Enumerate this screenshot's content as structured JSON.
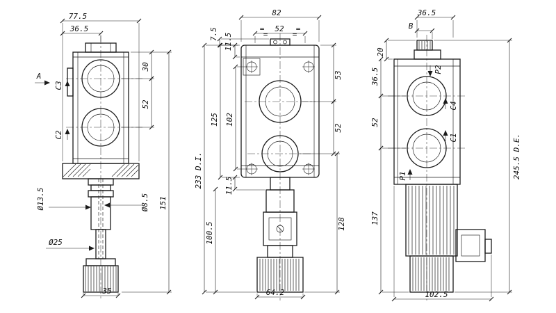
{
  "left_view": {
    "dim_width_flange": "77.5",
    "dim_width_half": "36.5",
    "dim_top_to_c3": "30",
    "dim_c3_to_c2": "52",
    "dim_height_total": "151",
    "dim_knob_width": "35",
    "dia_stem": "Ø13.5",
    "dia_bore": "Ø8.5",
    "dia_washer": "Ø25",
    "label_port_a": "A",
    "label_port_c3": "C3",
    "label_port_c2": "C2"
  },
  "middle_view": {
    "dim_width_total": "82",
    "dim_width_ports": "52",
    "equal_mark": "=",
    "dim_top_step": "7.5",
    "dim_plate": "11.5",
    "dim_body_height": "125",
    "dim_bolt_spacing": "102",
    "dim_height_total": "233 D.I.",
    "dim_bottom_step": "11.5",
    "dim_solenoid_length": "100.5",
    "dim_top_to_port1": "53",
    "dim_port_spacing": "52",
    "dim_lower_section": "128",
    "dim_solenoid_width": "64.2"
  },
  "right_view": {
    "dim_tab_width": "36.5",
    "dim_b": "B",
    "dim_tab_height": "20",
    "dim_top_to_port1": "36.5",
    "dim_port_spacing": "52",
    "dim_lower_section": "137",
    "dim_height_total": "245.5 D.E.",
    "dim_width_total": "102.5",
    "label_port_p2": "P2",
    "label_port_c4": "C4",
    "label_port_c1": "C1",
    "label_port_p1": "P1"
  }
}
